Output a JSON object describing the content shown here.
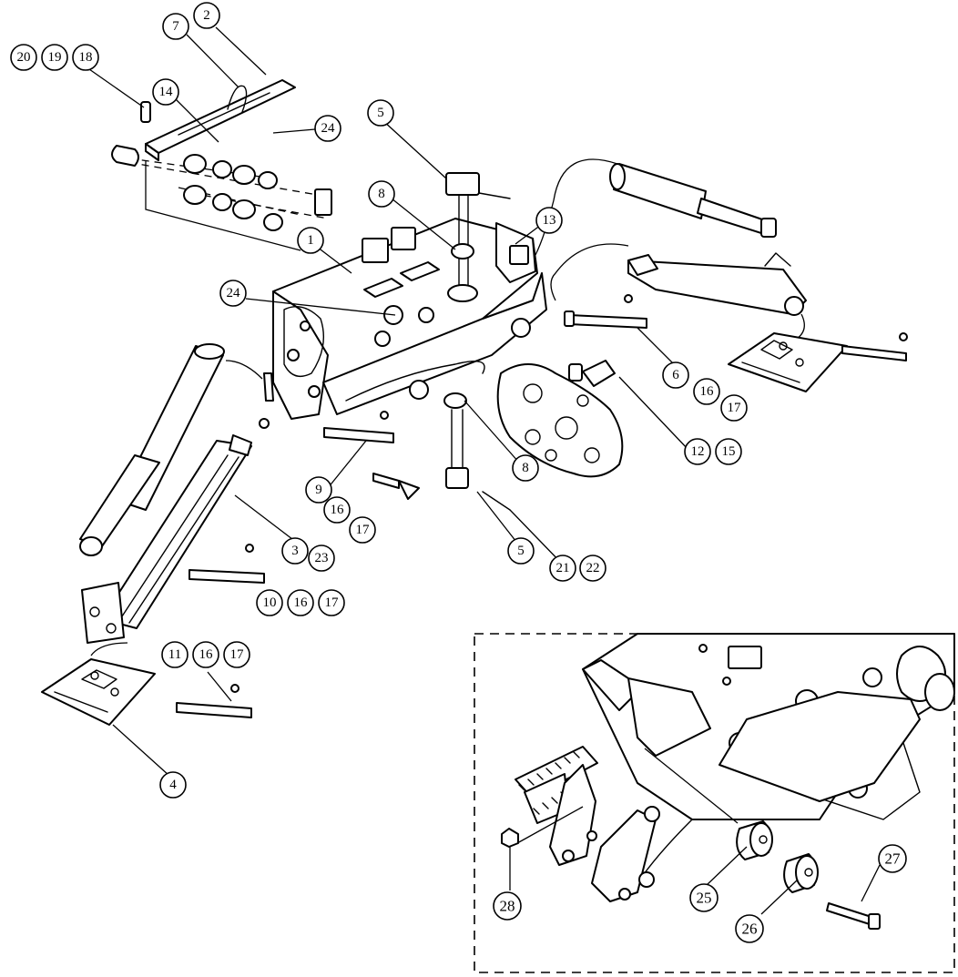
{
  "balloons": {
    "b20": "20",
    "b19": "19",
    "b18": "18",
    "b7": "7",
    "b2": "2",
    "b14": "14",
    "b24a": "24",
    "b5a": "5",
    "b8a": "8",
    "b13": "13",
    "b1": "1",
    "b24b": "24",
    "b6": "6",
    "b16a": "16",
    "b17a": "17",
    "b12": "12",
    "b15": "15",
    "b8b": "8",
    "b9": "9",
    "b16b": "16",
    "b17b": "17",
    "b3": "3",
    "b23": "23",
    "b5b": "5",
    "b21": "21",
    "b22": "22",
    "b10": "10",
    "b16c": "16",
    "b17c": "17",
    "b11": "11",
    "b16d": "16",
    "b17d": "17",
    "b4": "4",
    "b27": "27",
    "b28": "28",
    "b25": "25",
    "b26": "26"
  }
}
